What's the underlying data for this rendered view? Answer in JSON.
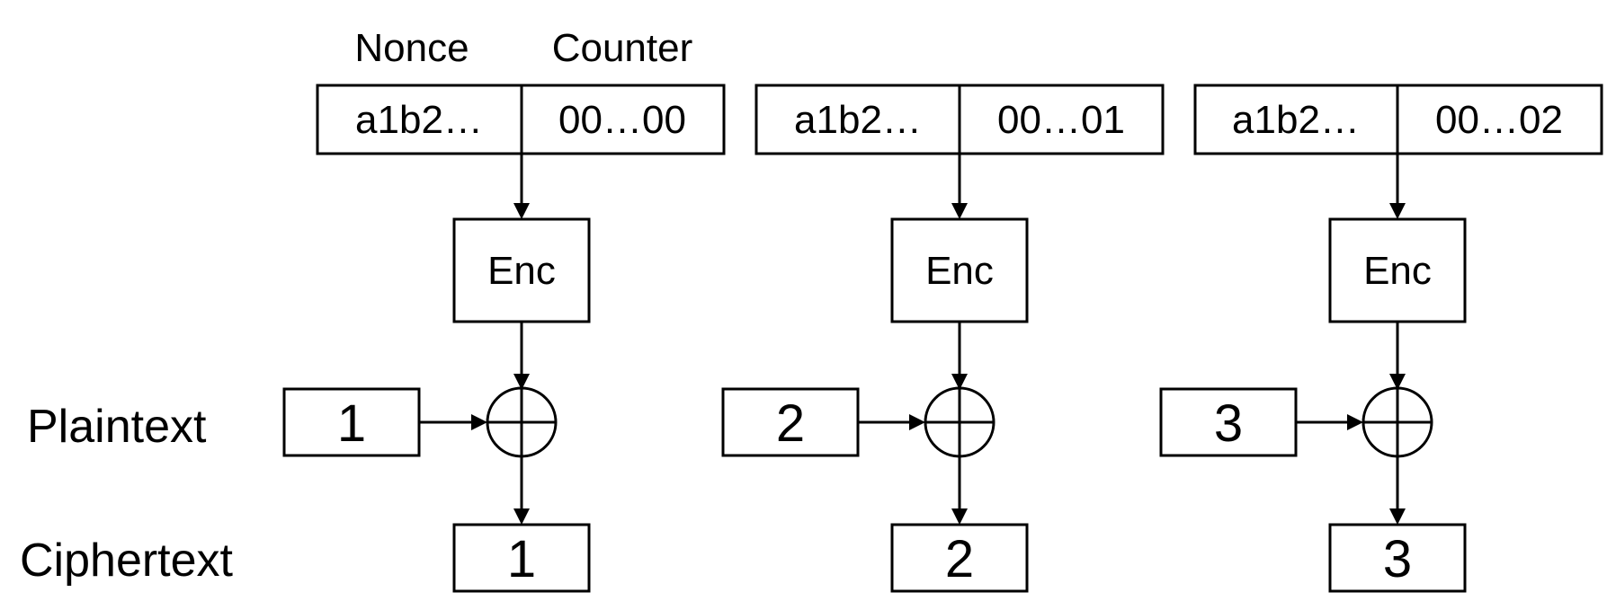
{
  "headers": {
    "nonce": "Nonce",
    "counter": "Counter"
  },
  "row_labels": {
    "plaintext": "Plaintext",
    "ciphertext": "Ciphertext"
  },
  "blocks": [
    {
      "nonce": "a1b2…",
      "counter": "00…00",
      "enc": "Enc",
      "plaintext": "1",
      "ciphertext": "1"
    },
    {
      "nonce": "a1b2…",
      "counter": "00…01",
      "enc": "Enc",
      "plaintext": "2",
      "ciphertext": "2"
    },
    {
      "nonce": "a1b2…",
      "counter": "00…02",
      "enc": "Enc",
      "plaintext": "3",
      "ciphertext": "3"
    }
  ]
}
